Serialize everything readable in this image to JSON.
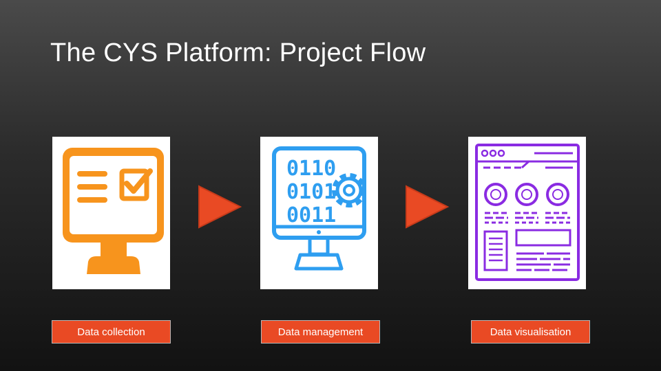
{
  "slide": {
    "title": "The CYS Platform: Project Flow"
  },
  "steps": [
    {
      "label": "Data collection",
      "icon": "form-monitor-icon",
      "color": "#f7941d"
    },
    {
      "label": "Data management",
      "icon": "binary-gear-monitor-icon",
      "color": "#2e9ef0"
    },
    {
      "label": "Data visualisation",
      "icon": "dashboard-window-icon",
      "color": "#8a2be2"
    }
  ],
  "binary_text": {
    "row1": "0110",
    "row2": "0101",
    "row3": "0011"
  },
  "colors": {
    "accent": "#e94a24",
    "arrow": "#e94a24"
  }
}
